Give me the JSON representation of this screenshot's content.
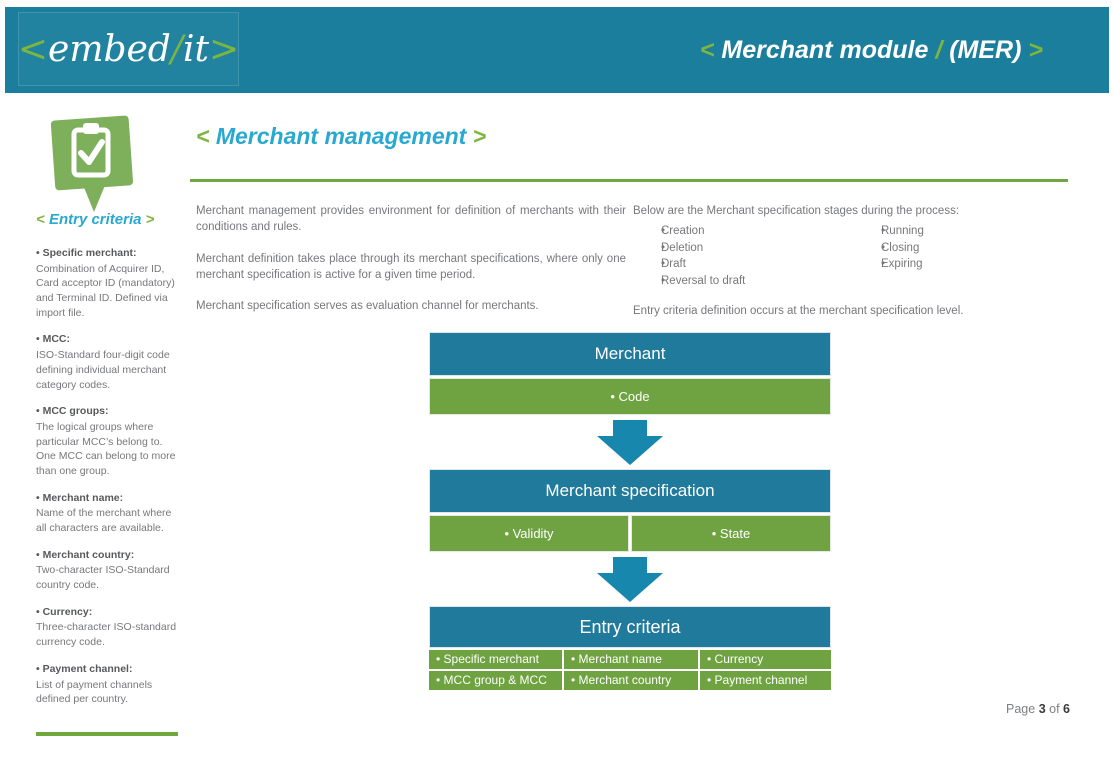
{
  "bullet": "•",
  "header": {
    "logo": {
      "open": "<",
      "embed": "embed",
      "slash": "/",
      "it": "it",
      "close": ">"
    },
    "title": {
      "open": "<",
      "text": " Merchant module ",
      "slash": "/",
      "suffix": " (MER) ",
      "close": ">"
    }
  },
  "sidebar": {
    "icon": "clipboard-check-icon",
    "heading": {
      "open": "< ",
      "text": "Entry criteria",
      "close": " >"
    },
    "entries": [
      {
        "term": "• Specific merchant:",
        "definition": "Combination of Acquirer ID, Card acceptor ID (mandatory) and Terminal ID. Defined via import file."
      },
      {
        "term": "• MCC:",
        "definition": "ISO-Standard four-digit code defining individual merchant category codes."
      },
      {
        "term": "• MCC groups:",
        "definition": "The logical groups where particular MCC’s belong to. One MCC can belong to more than one group."
      },
      {
        "term": "• Merchant name:",
        "definition": "Name of the merchant where all characters are available."
      },
      {
        "term": "• Merchant country:",
        "definition": "Two-character ISO-Standard country code."
      },
      {
        "term": "• Currency:",
        "definition": "Three-character ISO-standard currency code."
      },
      {
        "term": "• Payment channel:",
        "definition": "List of payment channels defined per country."
      }
    ]
  },
  "main": {
    "heading": {
      "open": "< ",
      "text": "Merchant management",
      "close": " >"
    },
    "left_paragraphs": {
      "p1": "Merchant management provides environment for definition of merchants with their conditions and rules.",
      "p2": "Merchant definition takes place through its merchant specifications, where only one merchant specification is active for a given time period.",
      "p3": "Merchant specification serves as evaluation channel for merchants."
    },
    "right": {
      "intro": "Below are the Merchant specification stages during the process:",
      "stages_col1": [
        "Creation",
        "Deletion",
        "Draft",
        "Reversal to draft"
      ],
      "stages_col2": [
        "Running",
        "Closing",
        "Expiring"
      ],
      "note": "Entry criteria definition occurs at the merchant specification level."
    }
  },
  "diagram": {
    "block1": {
      "title": "Merchant",
      "cells": [
        "• Code"
      ]
    },
    "block2": {
      "title": "Merchant specification",
      "cells": [
        "• Validity",
        "• State"
      ]
    },
    "block3": {
      "title": "Entry criteria",
      "cells_row1": [
        "• Specific merchant",
        "• Merchant name",
        "• Currency"
      ],
      "cells_row2": [
        "• MCC group & MCC",
        "• Merchant country",
        "• Payment channel"
      ]
    }
  },
  "footer": {
    "page_label": "Page",
    "page_number": "3",
    "of_label": "of",
    "total_pages": "6"
  },
  "colors": {
    "header_teal": "#1B7E9D",
    "box_blue": "#1F7A9C",
    "arrow_blue": "#1787AE",
    "box_green": "#6FA341",
    "accent_green": "#70A83F",
    "logo_green": "#7CB53F",
    "heading_cyan": "#29A8D0",
    "icon_green": "#7EB05C",
    "body_gray": "#77787B"
  }
}
